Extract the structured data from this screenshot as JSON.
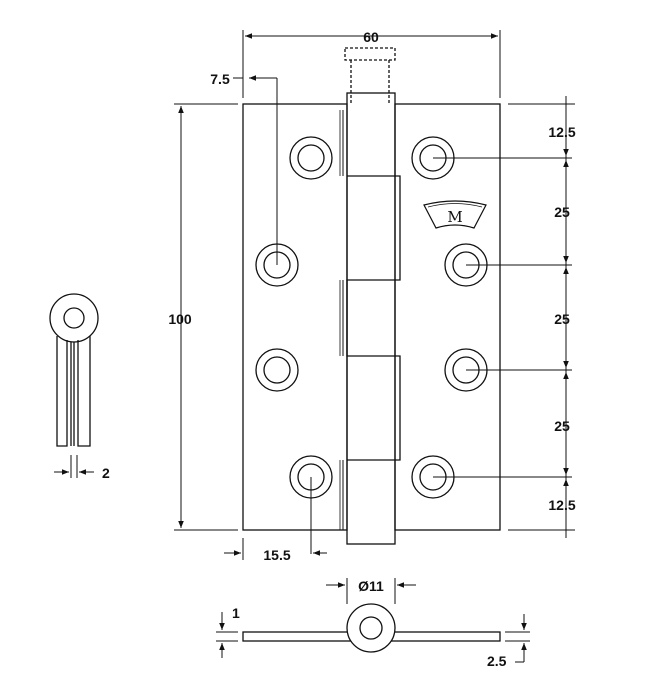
{
  "colors": {
    "line": "#111111",
    "background": "#ffffff"
  },
  "logo": {
    "letter": "M"
  },
  "dimensions": {
    "total_width": "60",
    "hole_offset_left": "7.5",
    "edge_to_hole_top": "12.5",
    "hole_spacing_1": "25",
    "hole_spacing_2": "25",
    "hole_spacing_3": "25",
    "edge_to_hole_bottom": "12.5",
    "height": "100",
    "hole_offset_bottom": "15.5",
    "leaf_thickness": "2",
    "knuckle_diameter": "Ø11",
    "plate_thickness": "1",
    "overall_thickness": "2.5"
  }
}
